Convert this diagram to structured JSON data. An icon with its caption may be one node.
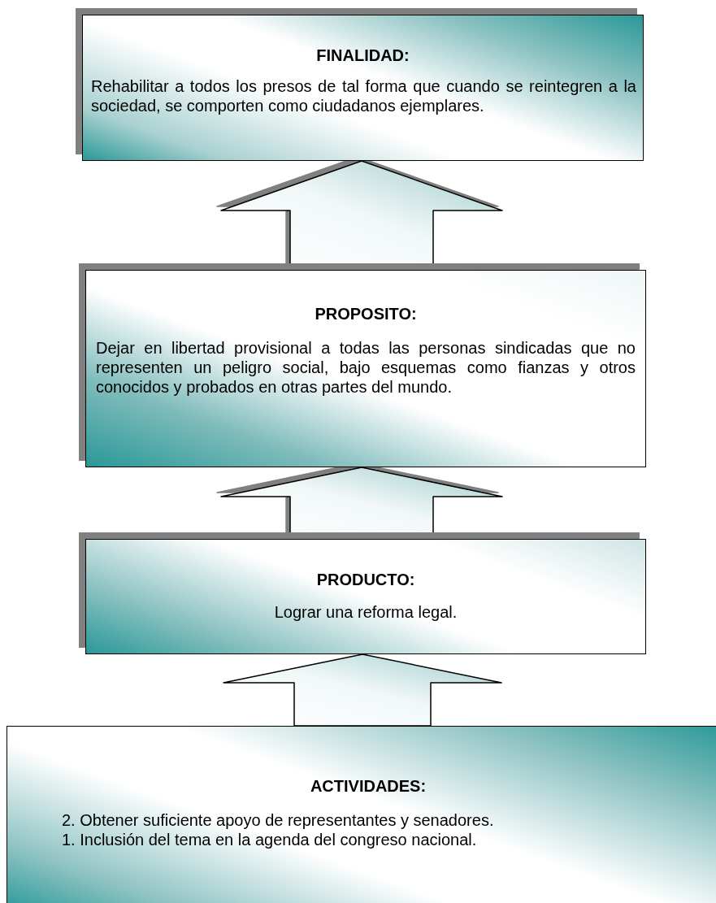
{
  "diagram": {
    "nodes": [
      {
        "text": [
          "FINALIDAD:",
          "Rehabilitar a todos los presos de tal forma que cuando se reintegren a la sociedad, se comporten como ciudadanos ejemplares."
        ]
      },
      {
        "text": [
          "PROPOSITO:",
          "Dejar en libertad provisional a todas las personas sindicadas que no representen un peligro social, bajo esquemas como fianzas y otros conocidos y probados en otras partes del mundo."
        ]
      },
      {
        "text": [
          "PRODUCTO:",
          "Lograr una reforma legal."
        ]
      },
      {
        "text": [
          "ACTIVIDADES:",
          "2. Obtener suficiente apoyo de representantes y senadores.",
          "1. Inclusión del tema en la agenda del congreso nacional."
        ]
      }
    ],
    "edges": [
      {
        "from": 1,
        "to": 0,
        "arrow": "to"
      },
      {
        "from": 2,
        "to": 1,
        "arrow": "to"
      },
      {
        "from": 3,
        "to": 2,
        "arrow": "to"
      }
    ]
  }
}
